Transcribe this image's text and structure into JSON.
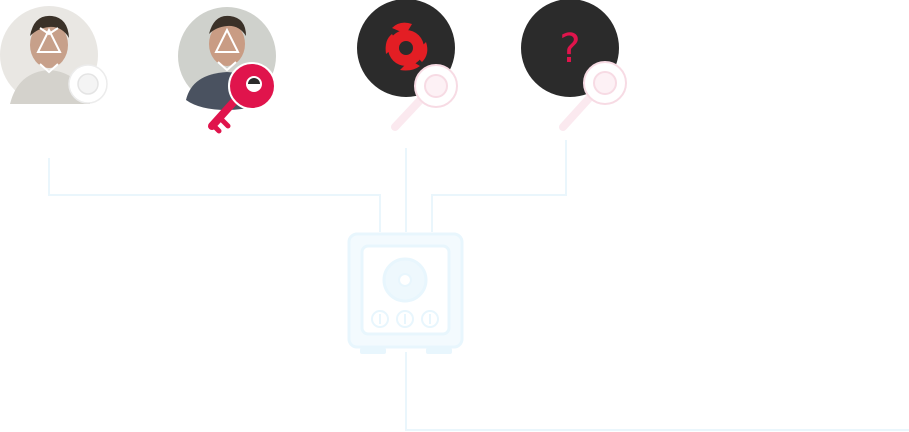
{
  "diagram": {
    "participants": [
      {
        "id": "person-1",
        "kind": "photo",
        "key_state": "faded-white"
      },
      {
        "id": "person-2",
        "kind": "photo",
        "key_state": "active"
      },
      {
        "id": "logo-participant",
        "kind": "logo",
        "key_state": "faded-pink"
      },
      {
        "id": "unknown-participant",
        "kind": "unknown",
        "label": "?",
        "key_state": "faded-pink"
      }
    ],
    "center": {
      "icon": "safe-vault-icon"
    },
    "colors": {
      "key_active": "#e0144c",
      "key_faded": "#fbe9ef",
      "line": "#eaf6fc",
      "safe": "#e8f6fd",
      "dark_circle": "#2b2b2b",
      "logo_red": "#e31e24"
    }
  }
}
